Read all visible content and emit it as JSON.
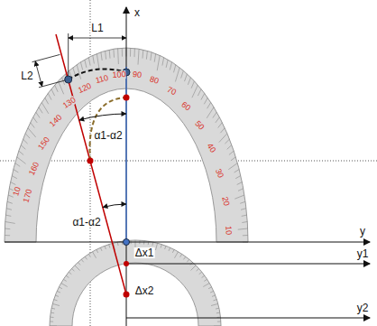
{
  "diagram": {
    "labels": [
      "x",
      "L1",
      "L2",
      "α1-α2",
      "α1-α2",
      "y",
      "Δx1",
      "y1",
      "Δx2",
      "y2",
      "90",
      "80",
      "70",
      "60",
      "50",
      "40",
      "30",
      "20",
      "10",
      "100",
      "110",
      "120",
      "130",
      "140",
      "150",
      "160",
      "170",
      "10"
    ]
  }
}
